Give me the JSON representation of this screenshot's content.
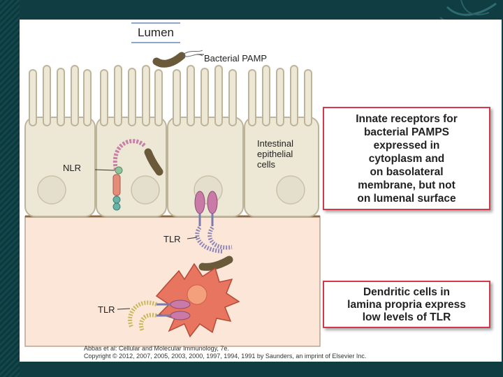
{
  "labels": {
    "lumen": "Lumen",
    "bacterial_pamp": "Bacterial PAMP",
    "nlr": "NLR",
    "intestinal_epithelial_cells": [
      "Intestinal",
      "epithelial",
      "cells"
    ],
    "tlr_epithelium": "TLR",
    "tlr_dendritic": "TLR"
  },
  "callouts": {
    "epithelial_receptors": [
      "Innate receptors for",
      "bacterial PAMPS",
      "expressed in",
      "cytoplasm and",
      "on basolateral",
      "membrane, but not",
      "on lumenal surface"
    ],
    "dendritic_cells": [
      "Dendritic cells in",
      "lamina propria express",
      "low levels of TLR"
    ]
  },
  "credit": [
    "Abbas et al: Cellular and Molecular Immunology, 7e.",
    "Copyright © 2012, 2007, 2005, 2003, 2000, 1997, 1994, 1991 by Saunders, an imprint of Elsevier Inc."
  ],
  "colors": {
    "background": "#0f3d42",
    "cell_fill": "#ede8d6",
    "lamina_propria": "#fbe6d8",
    "callout_border": "#d23a4a",
    "bacteria": "#6b5a3a",
    "receptor_pink": "#c97aa6",
    "dendritic_cell": "#e8755f"
  }
}
